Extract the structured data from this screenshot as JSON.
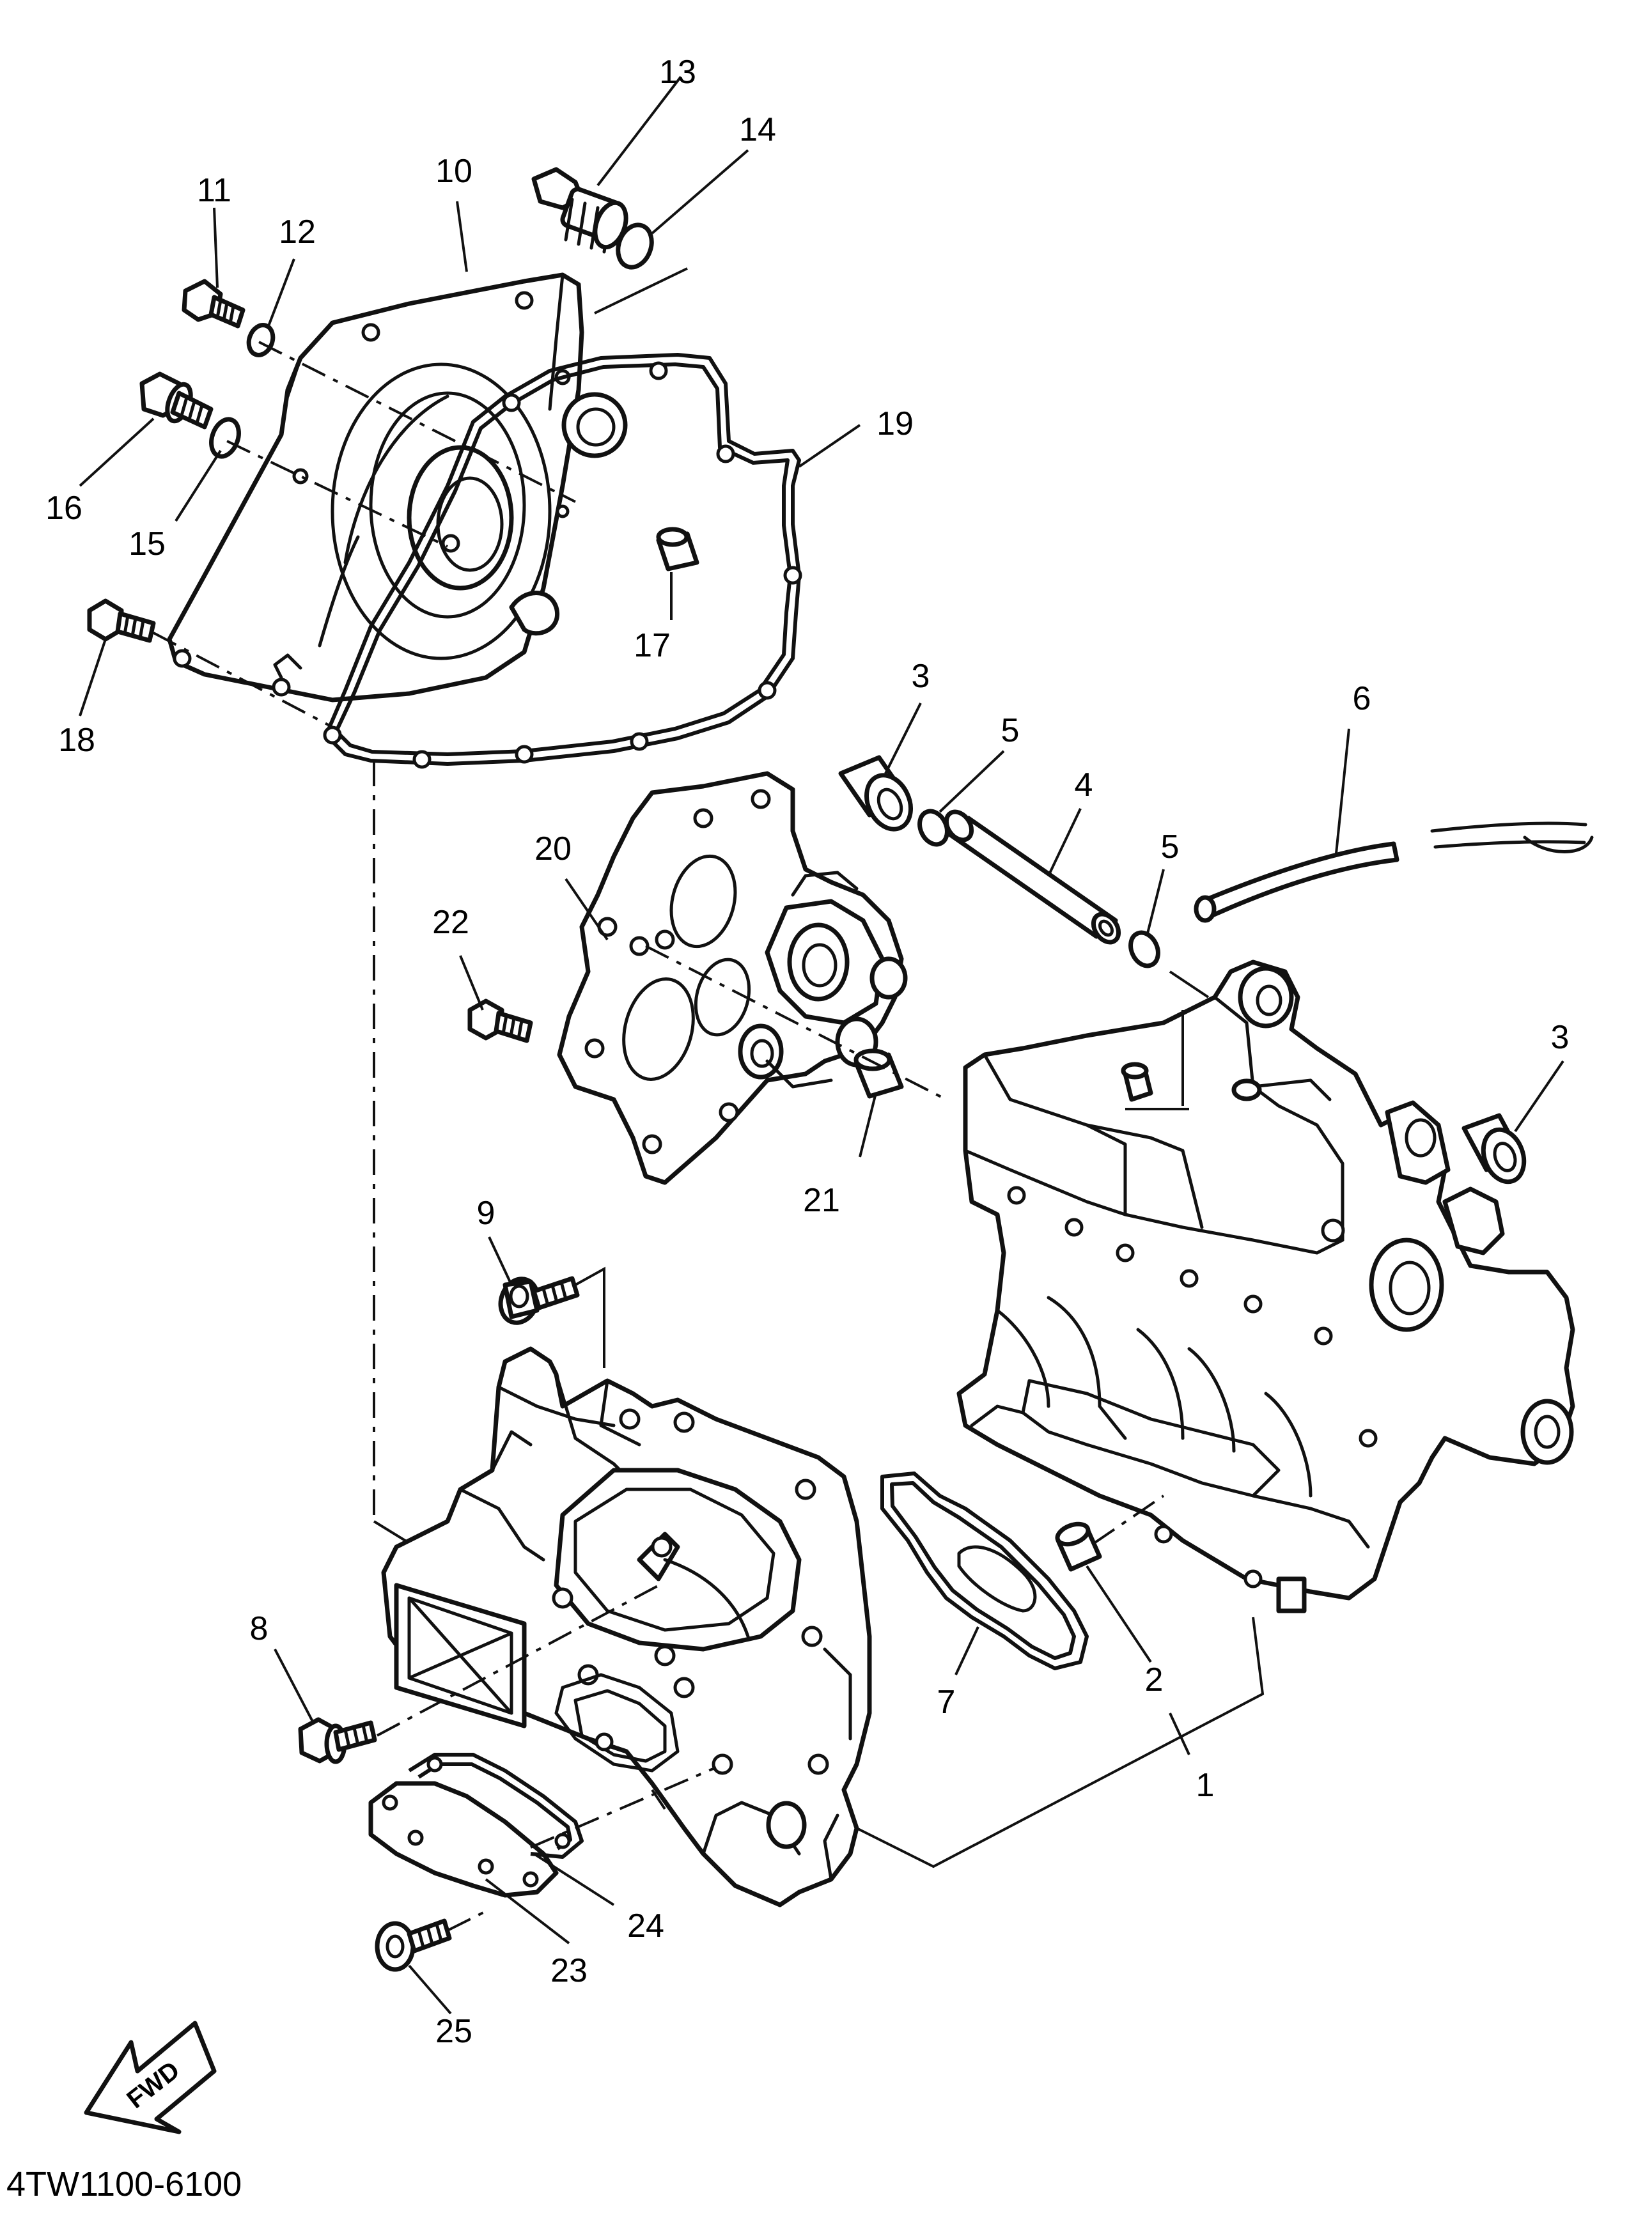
{
  "diagram_code": "4TW1100-6100",
  "fwd_label": "FWD",
  "callouts": {
    "c1": "1",
    "c2": "2",
    "c3a": "3",
    "c3b": "3",
    "c4": "4",
    "c5a": "5",
    "c5b": "5",
    "c6": "6",
    "c7": "7",
    "c8": "8",
    "c9": "9",
    "c10": "10",
    "c11": "11",
    "c12": "12",
    "c13": "13",
    "c14": "14",
    "c15": "15",
    "c16": "16",
    "c17": "17",
    "c18": "18",
    "c19": "19",
    "c20": "20",
    "c21": "21",
    "c22": "22",
    "c23": "23",
    "c24": "24",
    "c25": "25"
  }
}
